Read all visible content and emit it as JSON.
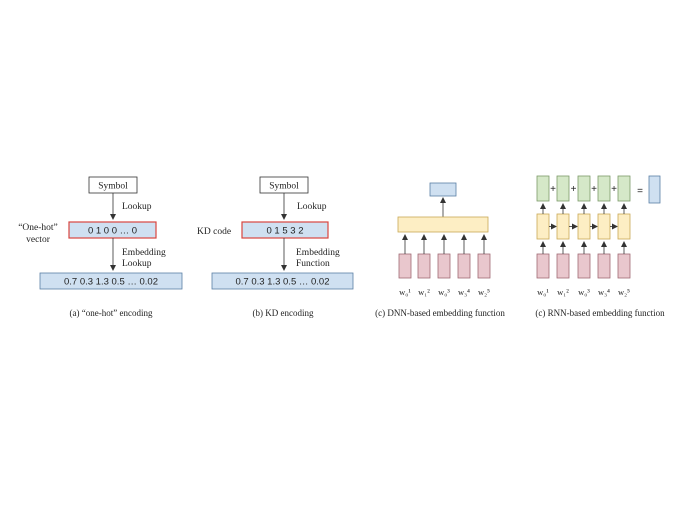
{
  "colors": {
    "blue_fill": "#cfe0f1",
    "blue_stroke": "#5b7fa6",
    "red_stroke": "#d9453f",
    "yellow_fill": "#fdeec4",
    "yellow_stroke": "#c9a956",
    "pink_fill": "#e9c7cd",
    "pink_stroke": "#a06a74",
    "green_fill": "#d5e8c8",
    "green_stroke": "#7c9a69"
  },
  "panel_a": {
    "symbol": "Symbol",
    "lookup": "Lookup",
    "onehot_line1": "“One-hot”",
    "onehot_line2": "vector",
    "onehot_vector": "0 1 0 0  …  0",
    "embed_line1": "Embedding",
    "embed_line2": "Lookup",
    "embedding": "0.7  0.3  1.3  0.5  …   0.02",
    "caption": "(a) “one-hot” encoding"
  },
  "panel_b": {
    "symbol": "Symbol",
    "lookup": "Lookup",
    "kd_label": "KD code",
    "kd_vector": "0  1  5  3  2",
    "embed_line1": "Embedding",
    "embed_line2": "Function",
    "embedding": "0.7  0.3  1.3  0.5  …   0.02",
    "caption": "(b) KD encoding"
  },
  "panel_c": {
    "inputs": [
      "w₀¹",
      "w₁²",
      "w₀³",
      "w₃⁴",
      "w₂⁵"
    ],
    "caption": "(c) DNN-based embedding function"
  },
  "panel_d": {
    "inputs": [
      "w₀¹",
      "w₁²",
      "w₀³",
      "w₃⁴",
      "w₂⁵"
    ],
    "plus": "+",
    "equals": "=",
    "caption": "(c) RNN-based embedding function"
  }
}
